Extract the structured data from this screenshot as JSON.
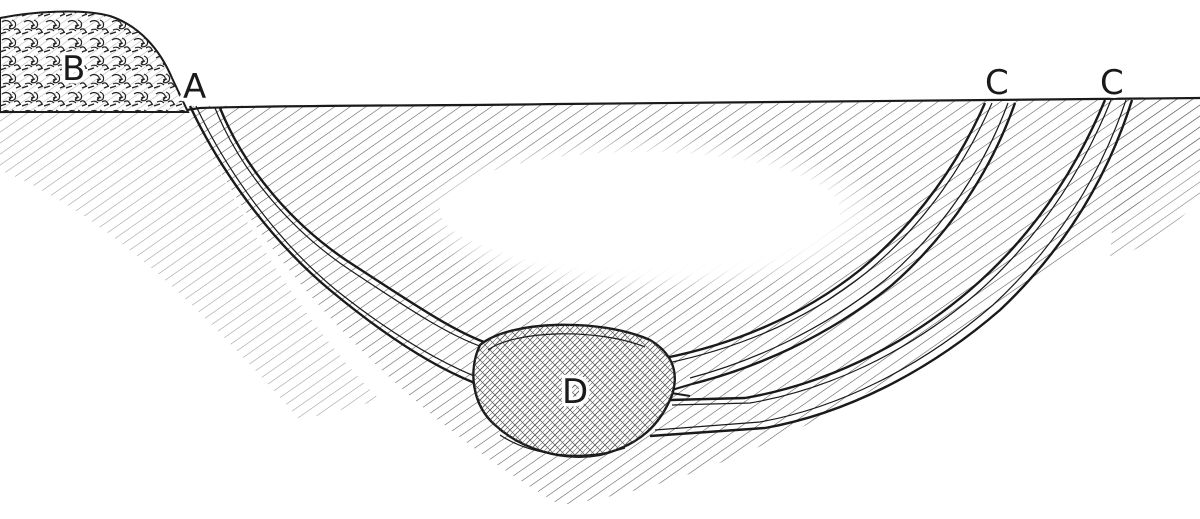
{
  "labels": {
    "b": "B",
    "a": "A",
    "c_left": "C",
    "c_right": "C",
    "d": "D"
  },
  "colors": {
    "ink": "#1a1a1a",
    "hatch": "#555555",
    "background": "#ffffff"
  }
}
